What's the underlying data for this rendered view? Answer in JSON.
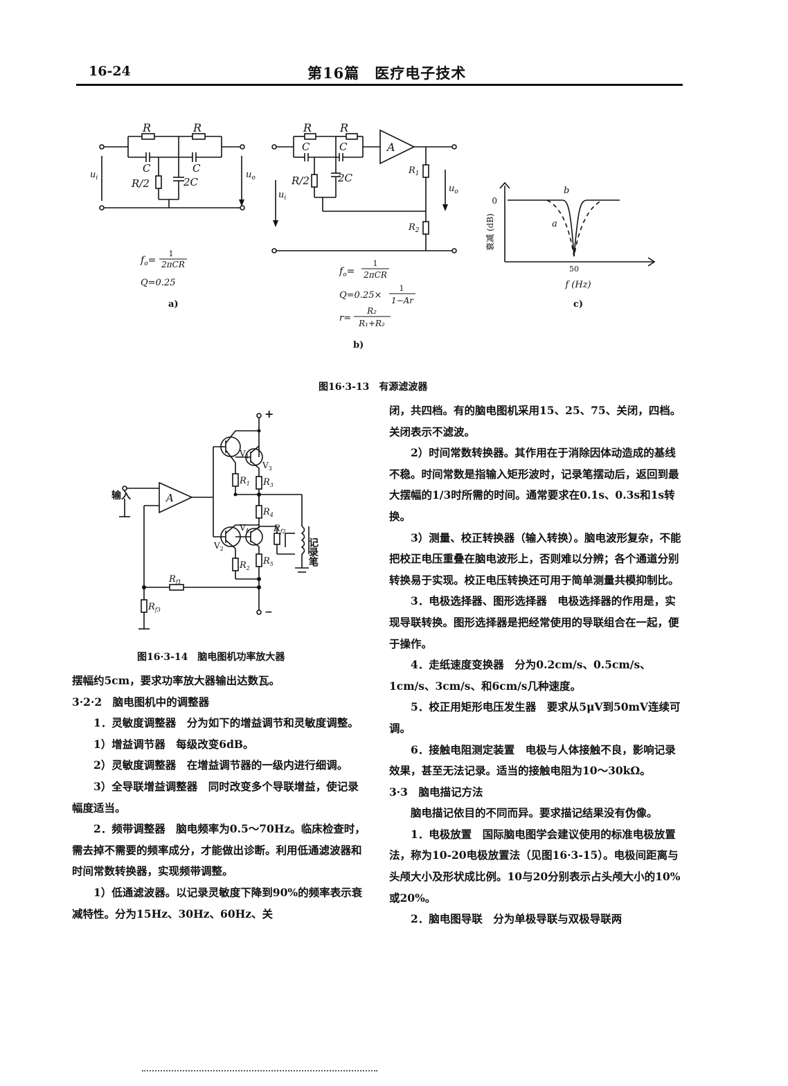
{
  "header": {
    "page_number": "16-24",
    "chapter": "第16篇　医疗电子技术"
  },
  "figure_13": {
    "caption": "图16·3-13　有源滤波器",
    "a": {
      "label": "a)",
      "resistor_top": "R",
      "capacitor": "C",
      "resistor_half": "R/2",
      "capacitor_double": "2C",
      "input": "u",
      "input_sub": "i",
      "output": "u",
      "output_sub": "o",
      "f0": "f",
      "f0_sub": "o",
      "f0_eq": "=",
      "f0_num": "1",
      "f0_den": "2πCR",
      "q": "Q=0.25"
    },
    "b": {
      "label": "b)",
      "amp": "A",
      "r1": "R",
      "r1_sub": "1",
      "r2": "R",
      "r2_sub": "2",
      "q_prefix": "Q=0.25×",
      "q_num": "1",
      "q_den": "1−Ar",
      "r_eq": "r=",
      "r_num": "R₂",
      "r_den": "R₁+R₂"
    },
    "c": {
      "label": "c)",
      "ylabel": "衰减 (dB)",
      "y_zero": "0",
      "x_tick": "50",
      "xlabel": "f (Hz)",
      "curve_a": "a",
      "curve_b": "b"
    }
  },
  "figure_14": {
    "caption": "图16·3-14　脑电图机功率放大器",
    "plus": "+",
    "minus": "−",
    "input": "输入",
    "amp": "A",
    "pen": "记录笔",
    "v1": "V",
    "v1_sub": "1",
    "v2": "V",
    "v2_sub": "2",
    "v3": "V",
    "v3_sub": "3",
    "v4": "V",
    "v4_sub": "4",
    "r1": "R",
    "r1_sub": "1",
    "r2": "R",
    "r2_sub": "2",
    "r3": "R",
    "r3_sub": "3",
    "r4": "R",
    "r4_sub": "4",
    "r5": "R",
    "r5_sub": "5",
    "rf1": "R",
    "rf1_sub": "f1",
    "rf2": "R",
    "rf2_sub": "f2",
    "rf3": "R",
    "rf3_sub": "f3"
  },
  "left_column": [
    {
      "text": "摆幅约5cm，要求功率放大器输出达数瓦。",
      "indent": false
    },
    {
      "text": "3·2·2　脑电图机中的调整器",
      "indent": false
    },
    {
      "text": "1．灵敏度调整器　分为如下的增益调节和灵敏度调整。",
      "indent": true
    },
    {
      "text": "1）增益调节器　每级改变6dB。",
      "indent": true
    },
    {
      "text": "2）灵敏度调整器　在增益调节器的一级内进行细调。",
      "indent": true
    },
    {
      "text": "3）全导联增益调整器　同时改变多个导联增益，使记录幅度适当。",
      "indent": true
    },
    {
      "text": "2．频带调整器　脑电频率为0.5～70Hz。临床检查时，需去掉不需要的频率成分，才能做出诊断。利用低通滤波器和时间常数转换器，实现频带调整。",
      "indent": true
    },
    {
      "text": "1）低通滤波器。以记录灵敏度下降到90%的频率表示衰减特性。分为15Hz、30Hz、60Hz、关",
      "indent": true
    }
  ],
  "right_column": [
    {
      "text": "闭，共四档。有的脑电图机采用15、25、75、关闭，四档。关闭表示不滤波。",
      "indent": false
    },
    {
      "text": "2）时间常数转换器。其作用在于消除因体动造成的基线不稳。时间常数是指输入矩形波时，记录笔摆动后，返回到最大摆幅的1/3时所需的时间。通常要求在0.1s、0.3s和1s转换。",
      "indent": true
    },
    {
      "text": "3）测量、校正转换器（输入转换）。脑电波形复杂，不能把校正电压重叠在脑电波形上，否则难以分辨；各个通道分别转换易于实现。校正电压转换还可用于简单测量共模抑制比。",
      "indent": true
    },
    {
      "text": "3．电极选择器、图形选择器　电极选择器的作用是，实现导联转换。图形选择器是把经常使用的导联组合在一起，便于操作。",
      "indent": true
    },
    {
      "text": "4．走纸速度变换器　分为0.2cm/s、0.5cm/s、1cm/s、3cm/s、和6cm/s几种速度。",
      "indent": true
    },
    {
      "text": "5．校正用矩形电压发生器　要求从5μV到50mV连续可调。",
      "indent": true
    },
    {
      "text": "6．接触电阻测定装置　电极与人体接触不良，影响记录效果，甚至无法记录。适当的接触电阻为10～30kΩ。",
      "indent": true
    },
    {
      "text": "3·3　脑电描记方法",
      "indent": false
    },
    {
      "text": "脑电描记依目的不同而异。要求描记结果没有伪像。",
      "indent": true
    },
    {
      "text": "1．电极放置　国际脑电图学会建议使用的标准电极放置法，称为10-20电极放置法（见图16·3-15）。电极间距离与头颅大小及形状成比例。10与20分别表示占头颅大小的10%或20%。",
      "indent": true
    },
    {
      "text": "2．脑电图导联　分为单极导联与双极导联两",
      "indent": true
    }
  ]
}
